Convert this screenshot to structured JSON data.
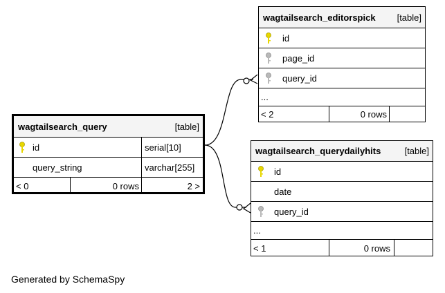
{
  "colors": {
    "primary_key": "#e8d700",
    "foreign_key": "#b9b9b9",
    "header_bg": "#f4f4f4",
    "line": "#000000"
  },
  "tables": {
    "query": {
      "name": "wagtailsearch_query",
      "kind": "[table]",
      "columns": [
        {
          "name": "id",
          "type": "serial[10]",
          "icon": "primary-key-icon"
        },
        {
          "name": "query_string",
          "type": "varchar[255]",
          "icon": ""
        }
      ],
      "footer": {
        "parents": "< 0",
        "rows": "0 rows",
        "children": "2 >"
      }
    },
    "editorspick": {
      "name": "wagtailsearch_editorspick",
      "kind": "[table]",
      "columns": [
        {
          "name": "id",
          "icon": "primary-key-icon"
        },
        {
          "name": "page_id",
          "icon": "foreign-key-icon"
        },
        {
          "name": "query_id",
          "icon": "foreign-key-icon"
        }
      ],
      "more": "...",
      "footer": {
        "parents": "< 2",
        "rows": "0 rows",
        "children": ""
      }
    },
    "querydailyhits": {
      "name": "wagtailsearch_querydailyhits",
      "kind": "[table]",
      "columns": [
        {
          "name": "id",
          "icon": "primary-key-icon"
        },
        {
          "name": "date",
          "icon": ""
        },
        {
          "name": "query_id",
          "icon": "foreign-key-icon"
        }
      ],
      "more": "...",
      "footer": {
        "parents": "< 1",
        "rows": "0 rows",
        "children": ""
      }
    }
  },
  "footer_text": "Generated by SchemaSpy"
}
